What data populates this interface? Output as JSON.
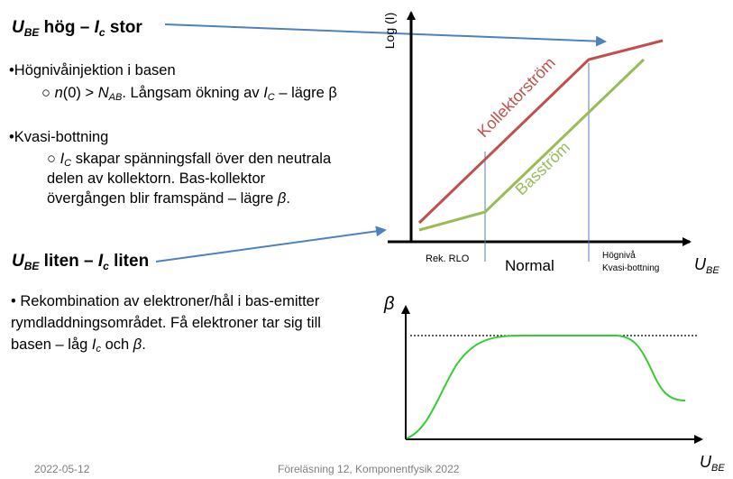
{
  "headings": {
    "high": {
      "var1": "U",
      "sub1": "BE",
      "mid": " hög – ",
      "var2": "I",
      "sub2": "c",
      "tail": " stor"
    },
    "low": {
      "var1": "U",
      "sub1": "BE",
      "mid": " liten – ",
      "var2": "I",
      "sub2": "c",
      "tail": " liten"
    }
  },
  "high_injection": {
    "bullet": "•Högnivåinjektion i basen",
    "sub_marker": "○ ",
    "sub_n": "n",
    "sub_a": "(0) > ",
    "sub_N": "N",
    "sub_NAB": "AB",
    "sub_b": ". Långsam ökning av ",
    "sub_I": "I",
    "sub_IC": "C",
    "sub_c": " – lägre β"
  },
  "quasi_saturation": {
    "bullet": "•Kvasi-bottning",
    "l1_marker": "○ ",
    "l1_I": "I",
    "l1_IC": "C",
    "l1_rest": " skapar spänningsfall över den neutrala",
    "l2": "delen av kollektorn.  Bas-kollektor",
    "l3_a": "övergången blir framspänd – lägre ",
    "l3_beta": "β",
    "l3_end": "."
  },
  "recombination": {
    "l1": "• Rekombination av elektroner/hål i bas-emitter",
    "l2": "rymdladdningsområdet. Få elektroner tar sig till",
    "l3_a": "basen – låg ",
    "l3_I": "I",
    "l3_Ic": "c",
    "l3_b": " och ",
    "l3_beta": "β",
    "l3_end": "."
  },
  "footer": {
    "date": "2022-05-12",
    "title": "Föreläsning 12, Komponentfysik 2022"
  },
  "colors": {
    "collector": "#c0504d",
    "base": "#9bbb59",
    "beta_curve": "#33cc33",
    "pointer_arrow": "#4f81bd",
    "divider": "#4f81bd"
  },
  "chart_data": [
    {
      "type": "line",
      "ylabel": "Log (I)",
      "xlabel_var": "U",
      "xlabel_sub": "BE",
      "regions": [
        "Rek. RLO",
        "Normal"
      ],
      "region3_line1": "Högnivå",
      "region3_line2": "Kvasi-bottning",
      "series": [
        {
          "name": "Kollektorström",
          "color": "#c0504d"
        },
        {
          "name": "Basström",
          "color": "#9bbb59"
        }
      ]
    },
    {
      "type": "line",
      "ylabel": "β",
      "xlabel_var": "U",
      "xlabel_sub": "BE",
      "series": [
        {
          "color": "#33cc33",
          "reference_line": "dotted"
        }
      ]
    }
  ]
}
